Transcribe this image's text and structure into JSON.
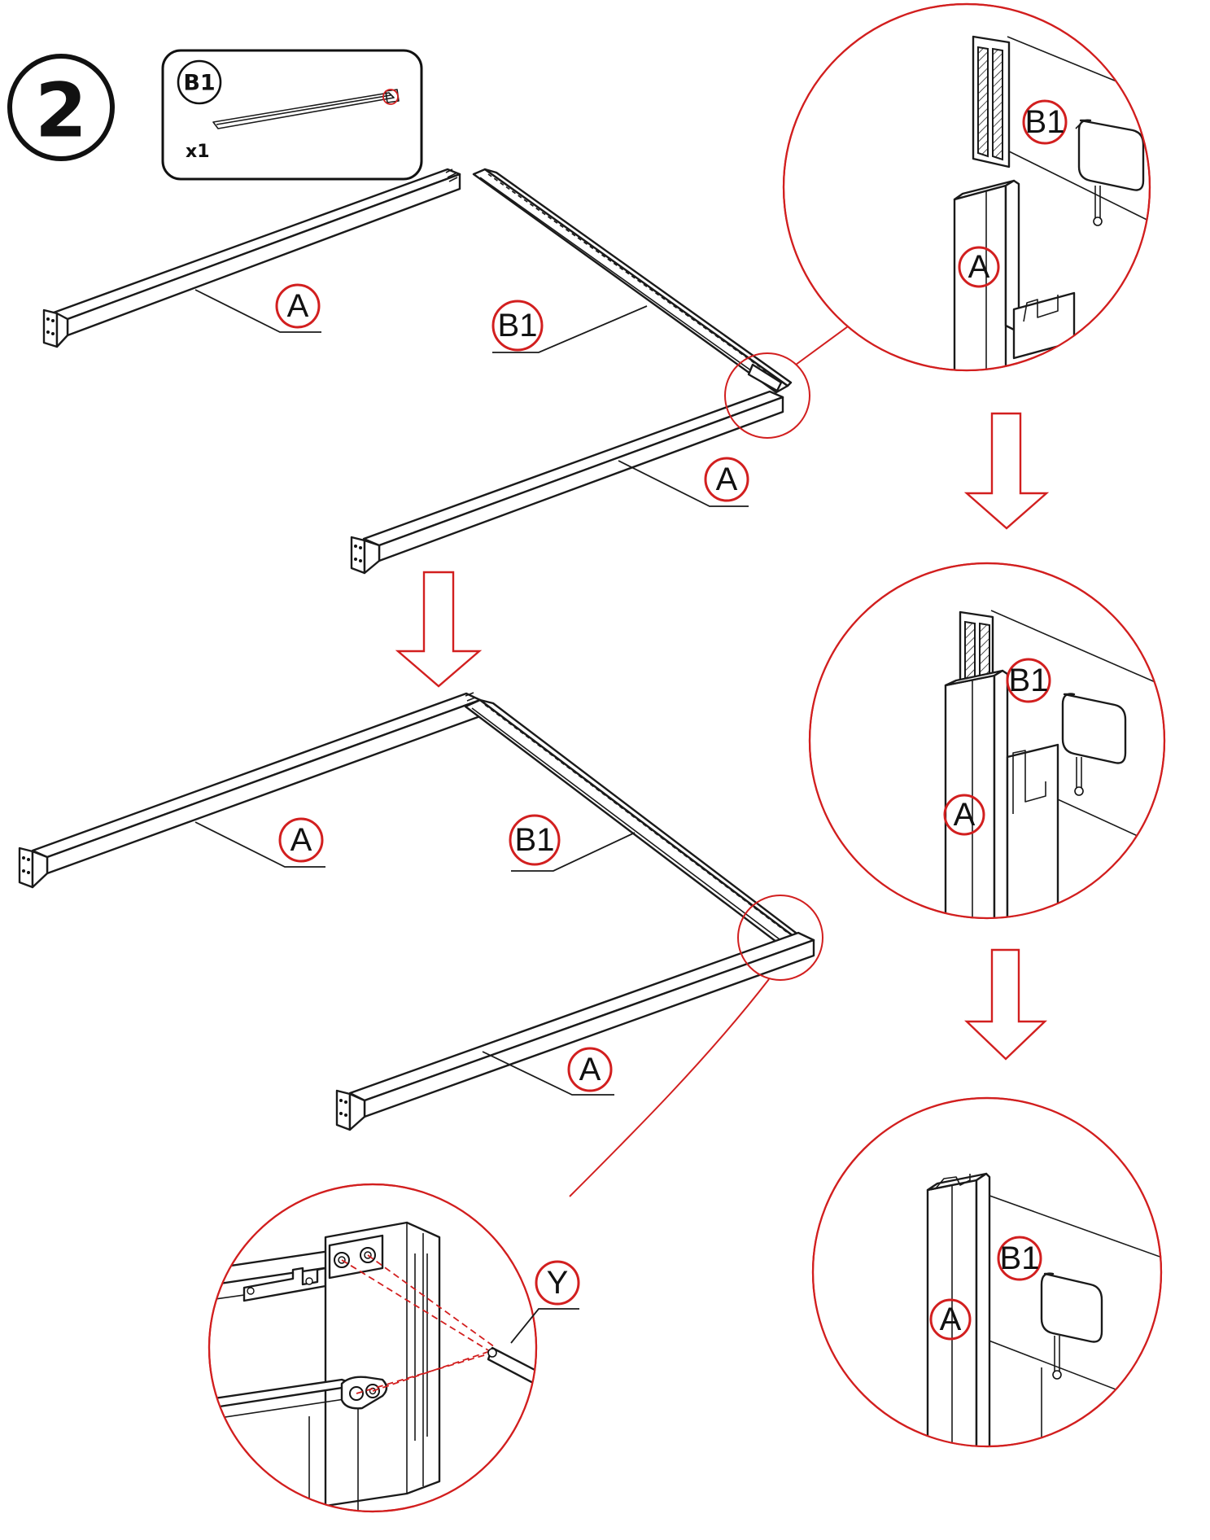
{
  "step": {
    "number": "2"
  },
  "parts_box": {
    "part_id": "B1",
    "quantity": "x1"
  },
  "labels": {
    "top_rail_left": "A",
    "top_beam": "B1",
    "top_rail_right": "A",
    "mid_rail_left": "A",
    "mid_beam": "B1",
    "mid_rail_right": "A",
    "detail1_beam": "B1",
    "detail1_rail": "A",
    "detail2_beam": "B1",
    "detail2_rail": "A",
    "detail3_beam": "B1",
    "detail3_rail": "A",
    "tool": "Y"
  },
  "colors": {
    "callout": "#d21f1f",
    "line": "#1a1a1a"
  },
  "icons": [
    "down-arrow-icon",
    "hex-key-icon"
  ]
}
